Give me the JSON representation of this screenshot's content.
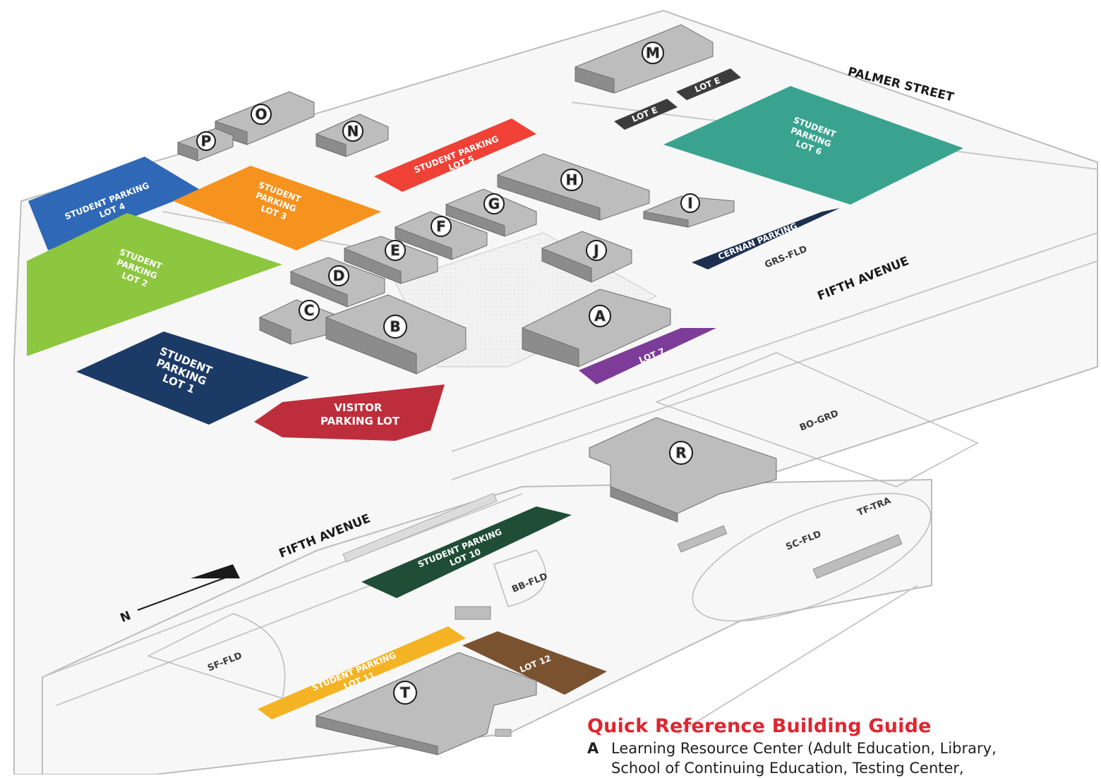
{
  "streets": {
    "palmer": "PALMER STREET",
    "fifth_upper": "FIFTH AVENUE",
    "fifth_lower": "FIFTH AVENUE"
  },
  "north_arrow": "N",
  "lots": {
    "lot1": {
      "line1": "STUDENT",
      "line2": "PARKING",
      "line3": "LOT 1",
      "color": "#1c3a66"
    },
    "lot2": {
      "line1": "STUDENT",
      "line2": "PARKING",
      "line3": "LOT 2",
      "color": "#8dc63f"
    },
    "lot3": {
      "line1": "STUDENT",
      "line2": "PARKING",
      "line3": "LOT 3",
      "color": "#f6921e"
    },
    "lot4": {
      "line1": "STUDENT PARKING",
      "line2": "LOT 4",
      "color": "#2f68b6"
    },
    "lot5": {
      "line1": "STUDENT PARKING",
      "line2": "LOT 5",
      "color": "#ef4136"
    },
    "lot6": {
      "line1": "STUDENT",
      "line2": "PARKING",
      "line3": "LOT 6",
      "color": "#3aa38f"
    },
    "lot7": {
      "label": "LOT 7",
      "color": "#7d3c98"
    },
    "lot10": {
      "line1": "STUDENT PARKING",
      "line2": "LOT 10",
      "color": "#1f4d35"
    },
    "lot11": {
      "line1": "STUDENT PARKING",
      "line2": "LOT 11",
      "color": "#f4b324"
    },
    "lot12": {
      "label": "LOT 12",
      "color": "#7a5230"
    },
    "lote1": {
      "label": "LOT E",
      "color": "#3c3c3c"
    },
    "lote2": {
      "label": "LOT E",
      "color": "#3c3c3c"
    },
    "cernan": {
      "label": "CERNAN PARKING",
      "color": "#1c2f4f"
    },
    "visitor": {
      "line1": "VISITOR",
      "line2": "PARKING LOT",
      "color": "#be2d3b"
    }
  },
  "fields": {
    "grs": "GRS-FLD",
    "bo": "BO-GRD",
    "tf": "TF-TRA",
    "sc": "SC-FLD",
    "bb": "BB-FLD",
    "sf": "SF-FLD"
  },
  "buildings": {
    "A": "A",
    "B": "B",
    "C": "C",
    "D": "D",
    "E": "E",
    "F": "F",
    "G": "G",
    "H": "H",
    "I": "I",
    "J": "J",
    "M": "M",
    "N": "N",
    "O": "O",
    "P": "P",
    "R": "R",
    "T": "T"
  },
  "colors": {
    "building_top": "#bdbdbd",
    "building_side": "#8c8c8c",
    "road": "#ffffff",
    "outline": "#b5b5b5"
  },
  "guide": {
    "title": "Quick Reference Building Guide",
    "entries": [
      {
        "key": "A",
        "line1": "Learning Resource Center (Adult Education, Library,",
        "line2": "School of Continuing Education, Testing Center,"
      }
    ]
  }
}
